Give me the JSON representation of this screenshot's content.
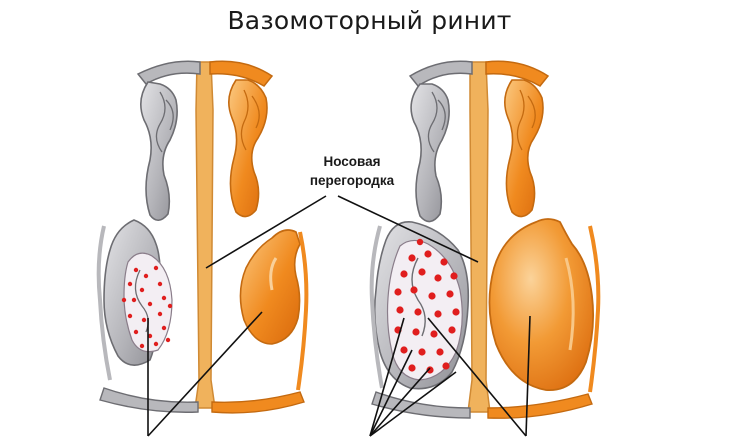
{
  "title": "Вазомоторный ринит",
  "label": {
    "line1": "Носовая",
    "line2": "перегородка"
  },
  "colors": {
    "septum": "#f0b25c",
    "turbinate_orange": "#f08a1f",
    "turbinate_gray": "#b8b8bc",
    "outline": "#6d6d72",
    "mucosa": "#f3eef3",
    "dots": "#e01e1e",
    "pointer": "#111111"
  },
  "icons": [
    "nasal-cavity-normal",
    "nasal-cavity-swollen"
  ]
}
